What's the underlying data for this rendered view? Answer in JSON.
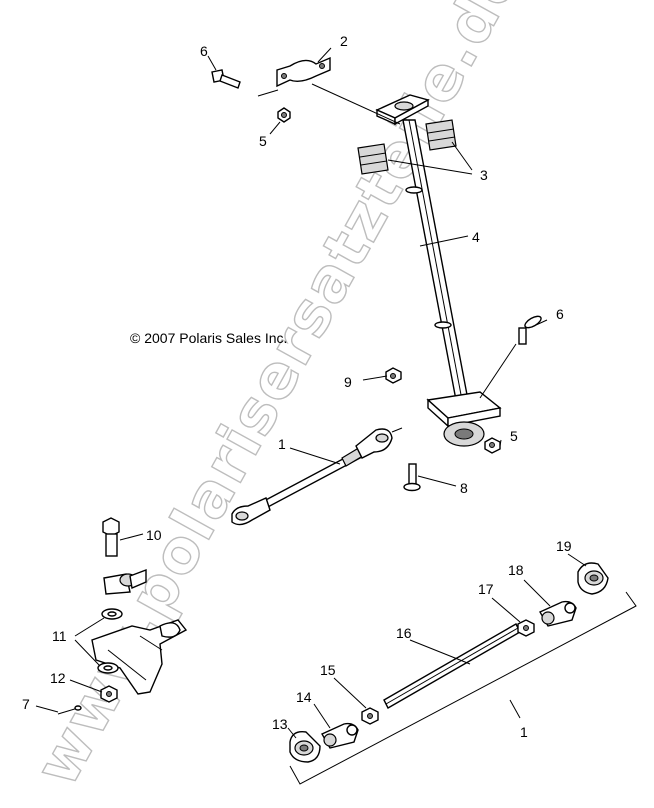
{
  "copyright": "© 2007 Polaris Sales Inc.",
  "watermark": "www.polarisersatzteile.de",
  "callouts": {
    "c1_upper": "1",
    "c1_lower": "1",
    "c2": "2",
    "c3": "3",
    "c4": "4",
    "c5_upper": "5",
    "c5_lower": "5",
    "c6_upper": "6",
    "c6_right": "6",
    "c7": "7",
    "c8": "8",
    "c9": "9",
    "c10": "10",
    "c11": "11",
    "c12": "12",
    "c13": "13",
    "c14": "14",
    "c15": "15",
    "c16": "16",
    "c17": "17",
    "c18": "18",
    "c19": "19"
  }
}
